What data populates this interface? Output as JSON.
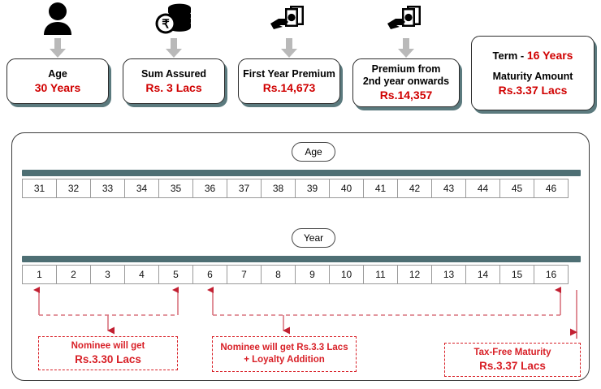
{
  "top_cards": [
    {
      "icon": "person-icon",
      "arrow": "down-arrow-icon",
      "label": "Age",
      "value": "30 Years"
    },
    {
      "icon": "coins-rupee-icon",
      "arrow": "down-arrow-icon",
      "label": "Sum Assured",
      "value": "Rs. 3 Lacs"
    },
    {
      "icon": "hand-cash-icon",
      "arrow": "down-arrow-icon",
      "label": "First Year Premium",
      "value": "Rs.14,673"
    },
    {
      "icon": "hand-cash-icon",
      "arrow": "down-arrow-icon",
      "label_line1": "Premium from",
      "label_line2": "2nd year onwards",
      "value": "Rs.14,357"
    },
    {
      "term_label": "Term  - ",
      "term_value": "16 Years",
      "maturity_label": "Maturity Amount",
      "maturity_value": "Rs.3.37 Lacs"
    }
  ],
  "timeline": {
    "age_pill": "Age",
    "year_pill": "Year",
    "age_values": [
      "31",
      "32",
      "33",
      "34",
      "35",
      "36",
      "37",
      "38",
      "39",
      "40",
      "41",
      "42",
      "43",
      "44",
      "45",
      "46"
    ],
    "year_values": [
      "1",
      "2",
      "3",
      "4",
      "5",
      "6",
      "7",
      "8",
      "9",
      "10",
      "11",
      "12",
      "13",
      "14",
      "15",
      "16"
    ]
  },
  "callouts": [
    {
      "line1": "Nominee will get",
      "line2": "Rs.3.30 Lacs",
      "span_from_year": "1",
      "span_to_year": "5"
    },
    {
      "line1": "Nominee will get Rs.3.3 Lacs",
      "line2": "+ Loyalty Addition",
      "span_from_year": "6",
      "span_to_year": "16"
    },
    {
      "line1": "Tax-Free Maturity",
      "line2": "Rs.3.37 Lacs",
      "span_from_year": "16",
      "span_to_year": "16"
    }
  ],
  "colors": {
    "red": "#d81f26",
    "dark_red": "#d00000",
    "teal": "#4e6f74",
    "arrow_gray": "#b9b9b9",
    "shadow": "#5b7a7e"
  }
}
